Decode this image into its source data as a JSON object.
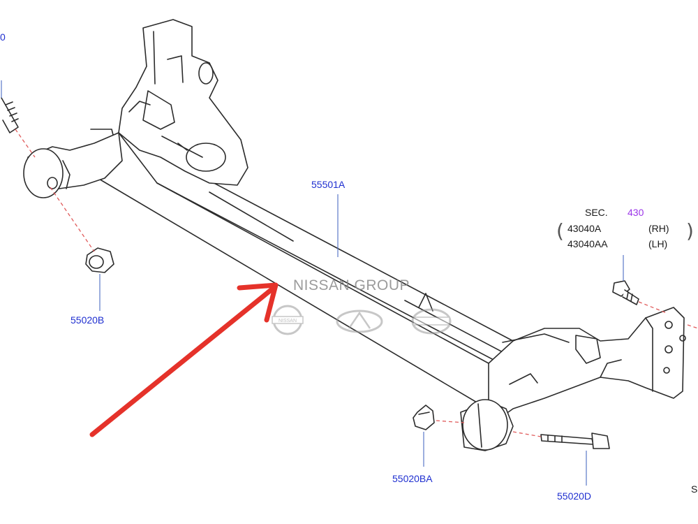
{
  "labels": {
    "beam": "55501A",
    "left_bushing": "55020B",
    "right_bushing": "55020BA",
    "bolt": "55020D",
    "top_left_partial": "0",
    "bottom_right_partial": "S"
  },
  "section_ref": {
    "prefix": "SEC.",
    "number": "430",
    "rows": [
      {
        "part": "43040A",
        "side": "(RH)"
      },
      {
        "part": "43040AA",
        "side": "(LH)"
      }
    ]
  },
  "watermark": {
    "text": "NISSAN GROUP",
    "logos": [
      "NISSAN",
      "INFINITI",
      "DATSUN"
    ]
  },
  "colors": {
    "part_number": "#1f2fd0",
    "section_number": "#9b35e8",
    "line_art": "#2b2b2b",
    "leader_dashes": "#e05a5a",
    "arrow": "#e5322a"
  }
}
